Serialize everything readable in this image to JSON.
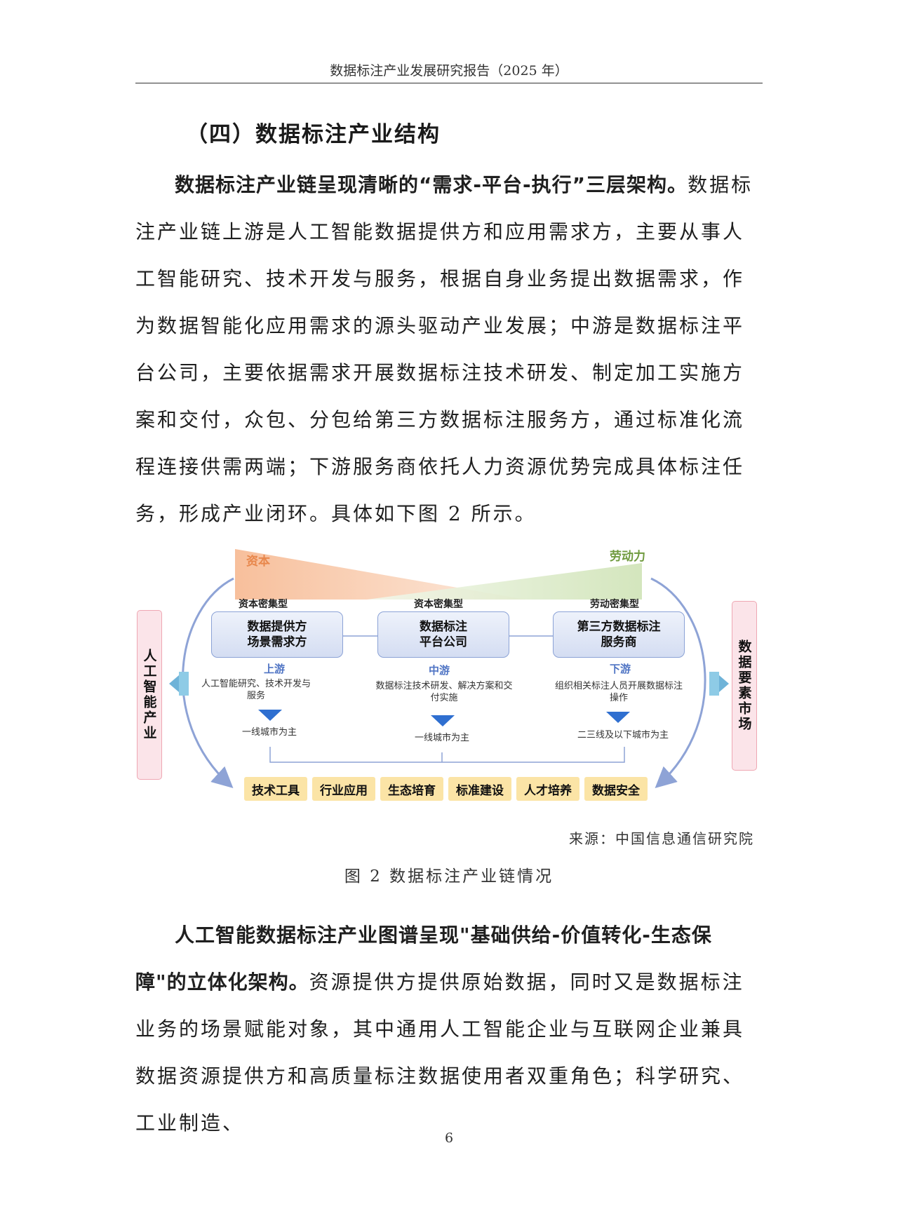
{
  "header": {
    "title": "数据标注产业发展研究报告（2025 年）"
  },
  "section": {
    "title": "（四）数据标注产业结构"
  },
  "para1": {
    "lead": "数据标注产业链呈现清晰的“需求-平台-执行”三层架构。",
    "body": "数据标注产业链上游是人工智能数据提供方和应用需求方，主要从事人工智能研究、技术开发与服务，根据自身业务提出数据需求，作为数据智能化应用需求的源头驱动产业发展；中游是数据标注平台公司，主要依据需求开展数据标注技术研发、制定加工实施方案和交付，众包、分包给第三方数据标注服务方，通过标准化流程连接供需两端；下游服务商依托人力资源优势完成具体标注任务，形成产业闭环。具体如下图 2 所示。"
  },
  "figure": {
    "capital": "资本",
    "labor": "劳动力",
    "left_side": "人工智能产业",
    "right_side": "数据要素市场",
    "columns": [
      {
        "intensity": "资本密集型",
        "box_line1": "数据提供方",
        "box_line2": "场景需求方",
        "tier": "上游",
        "desc": "人工智能研究、技术开发与服务",
        "city": "一线城市为主"
      },
      {
        "intensity": "资本密集型",
        "box_line1": "数据标注",
        "box_line2": "平台公司",
        "tier": "中游",
        "desc": "数据标注技术研发、解决方案和交付实施",
        "city": "一线城市为主"
      },
      {
        "intensity": "劳动密集型",
        "box_line1": "第三方数据标注",
        "box_line2": "服务商",
        "tier": "下游",
        "desc": "组织相关标注人员开展数据标注操作",
        "city": "二三线及以下城市为主"
      }
    ],
    "chips": [
      "技术工具",
      "行业应用",
      "生态培育",
      "标准建设",
      "人才培养",
      "数据安全"
    ]
  },
  "source": "来源：中国信息通信研究院",
  "caption": "图 2 数据标注产业链情况",
  "para2": {
    "lead": "人工智能数据标注产业图谱呈现\"基础供给-价值转化-生态保障\"的立体化架构。",
    "body": "资源提供方提供原始数据，同时又是数据标注业务的场景赋能对象，其中通用人工智能企业与互联网企业兼具数据资源提供方和高质量标注数据使用者双重角色；科学研究、工业制造、"
  },
  "page_number": "6"
}
